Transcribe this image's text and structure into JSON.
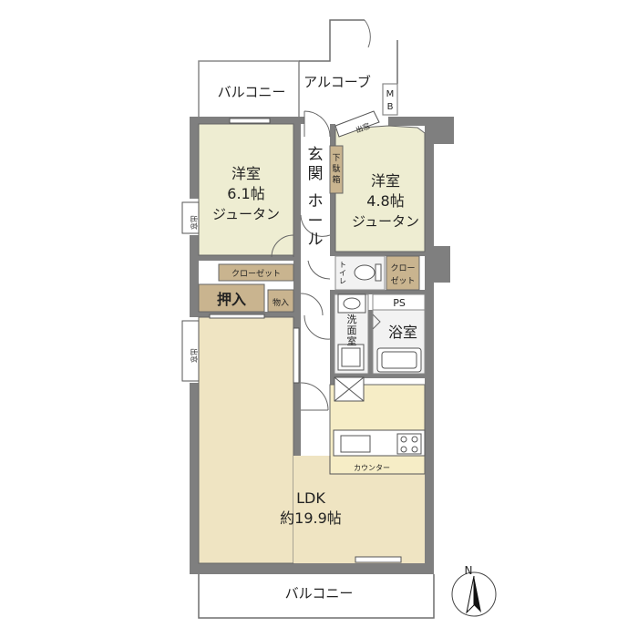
{
  "colors": {
    "wall": "#7f7f7f",
    "western_room": "#eeedd2",
    "ldk": "#efe4c2",
    "kitchen": "#f6edc6",
    "storage": "#c9b48f",
    "wet_area": "#f2f2f2",
    "hall": "#ffffff"
  },
  "rooms": {
    "balcony_top": "バルコニー",
    "alcove": "アルコーブ",
    "mb": [
      "M",
      "B"
    ],
    "bay_window_top": "出窓",
    "entrance": [
      "玄",
      "関"
    ],
    "shoe_box": [
      "下",
      "駄",
      "箱"
    ],
    "hall": [
      "ホ",
      "ー",
      "ル"
    ],
    "room1": {
      "name": "洋室",
      "size": "6.1帖",
      "floor": "ジュータン"
    },
    "room2": {
      "name": "洋室",
      "size": "4.8帖",
      "floor": "ジュータン"
    },
    "bay_window_left1": "出窓",
    "bay_window_left2": "出窓",
    "closet1": "クローゼット",
    "closet2": [
      "クロー",
      "ゼット"
    ],
    "toilet": [
      "ト",
      "イ",
      "レ"
    ],
    "oshiire": "押入",
    "monoire": "物入",
    "ps": "PS",
    "washroom": [
      "洗",
      "面",
      "室"
    ],
    "bathroom": "浴室",
    "counter": "カウンター",
    "ldk": {
      "name": "LDK",
      "size": "約19.9帖"
    },
    "balcony_bottom": "バルコニー"
  },
  "compass": {
    "label": "N"
  }
}
